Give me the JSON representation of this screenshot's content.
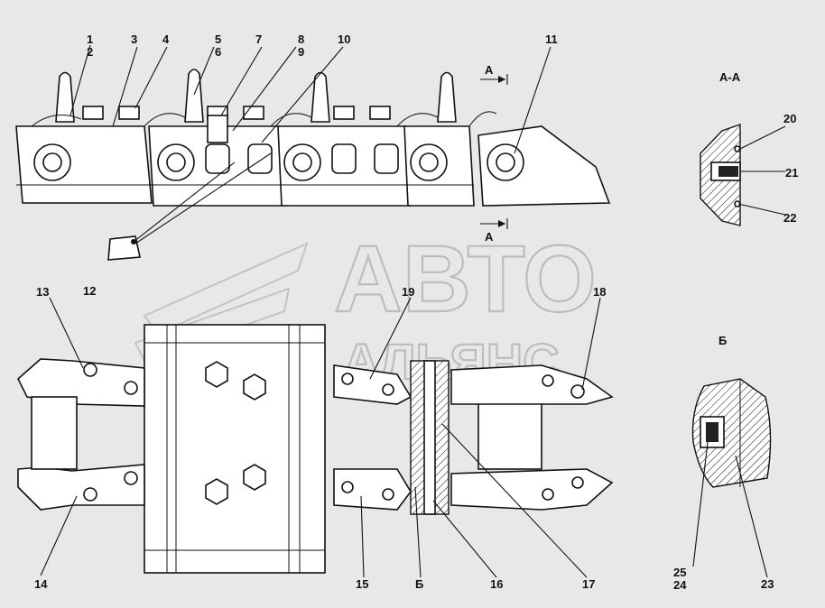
{
  "watermark": {
    "line1": "АВТО",
    "line2": "АЛЬЯНС"
  },
  "sections": {
    "aa_title": "А-А",
    "b_title": "Б",
    "arrow_label": "А"
  },
  "callouts": [
    "1",
    "2",
    "3",
    "4",
    "5",
    "6",
    "7",
    "8",
    "9",
    "10",
    "11",
    "12",
    "13",
    "14",
    "15",
    "16",
    "17",
    "18",
    "19",
    "20",
    "21",
    "22",
    "23",
    "24",
    "25",
    "Б"
  ]
}
